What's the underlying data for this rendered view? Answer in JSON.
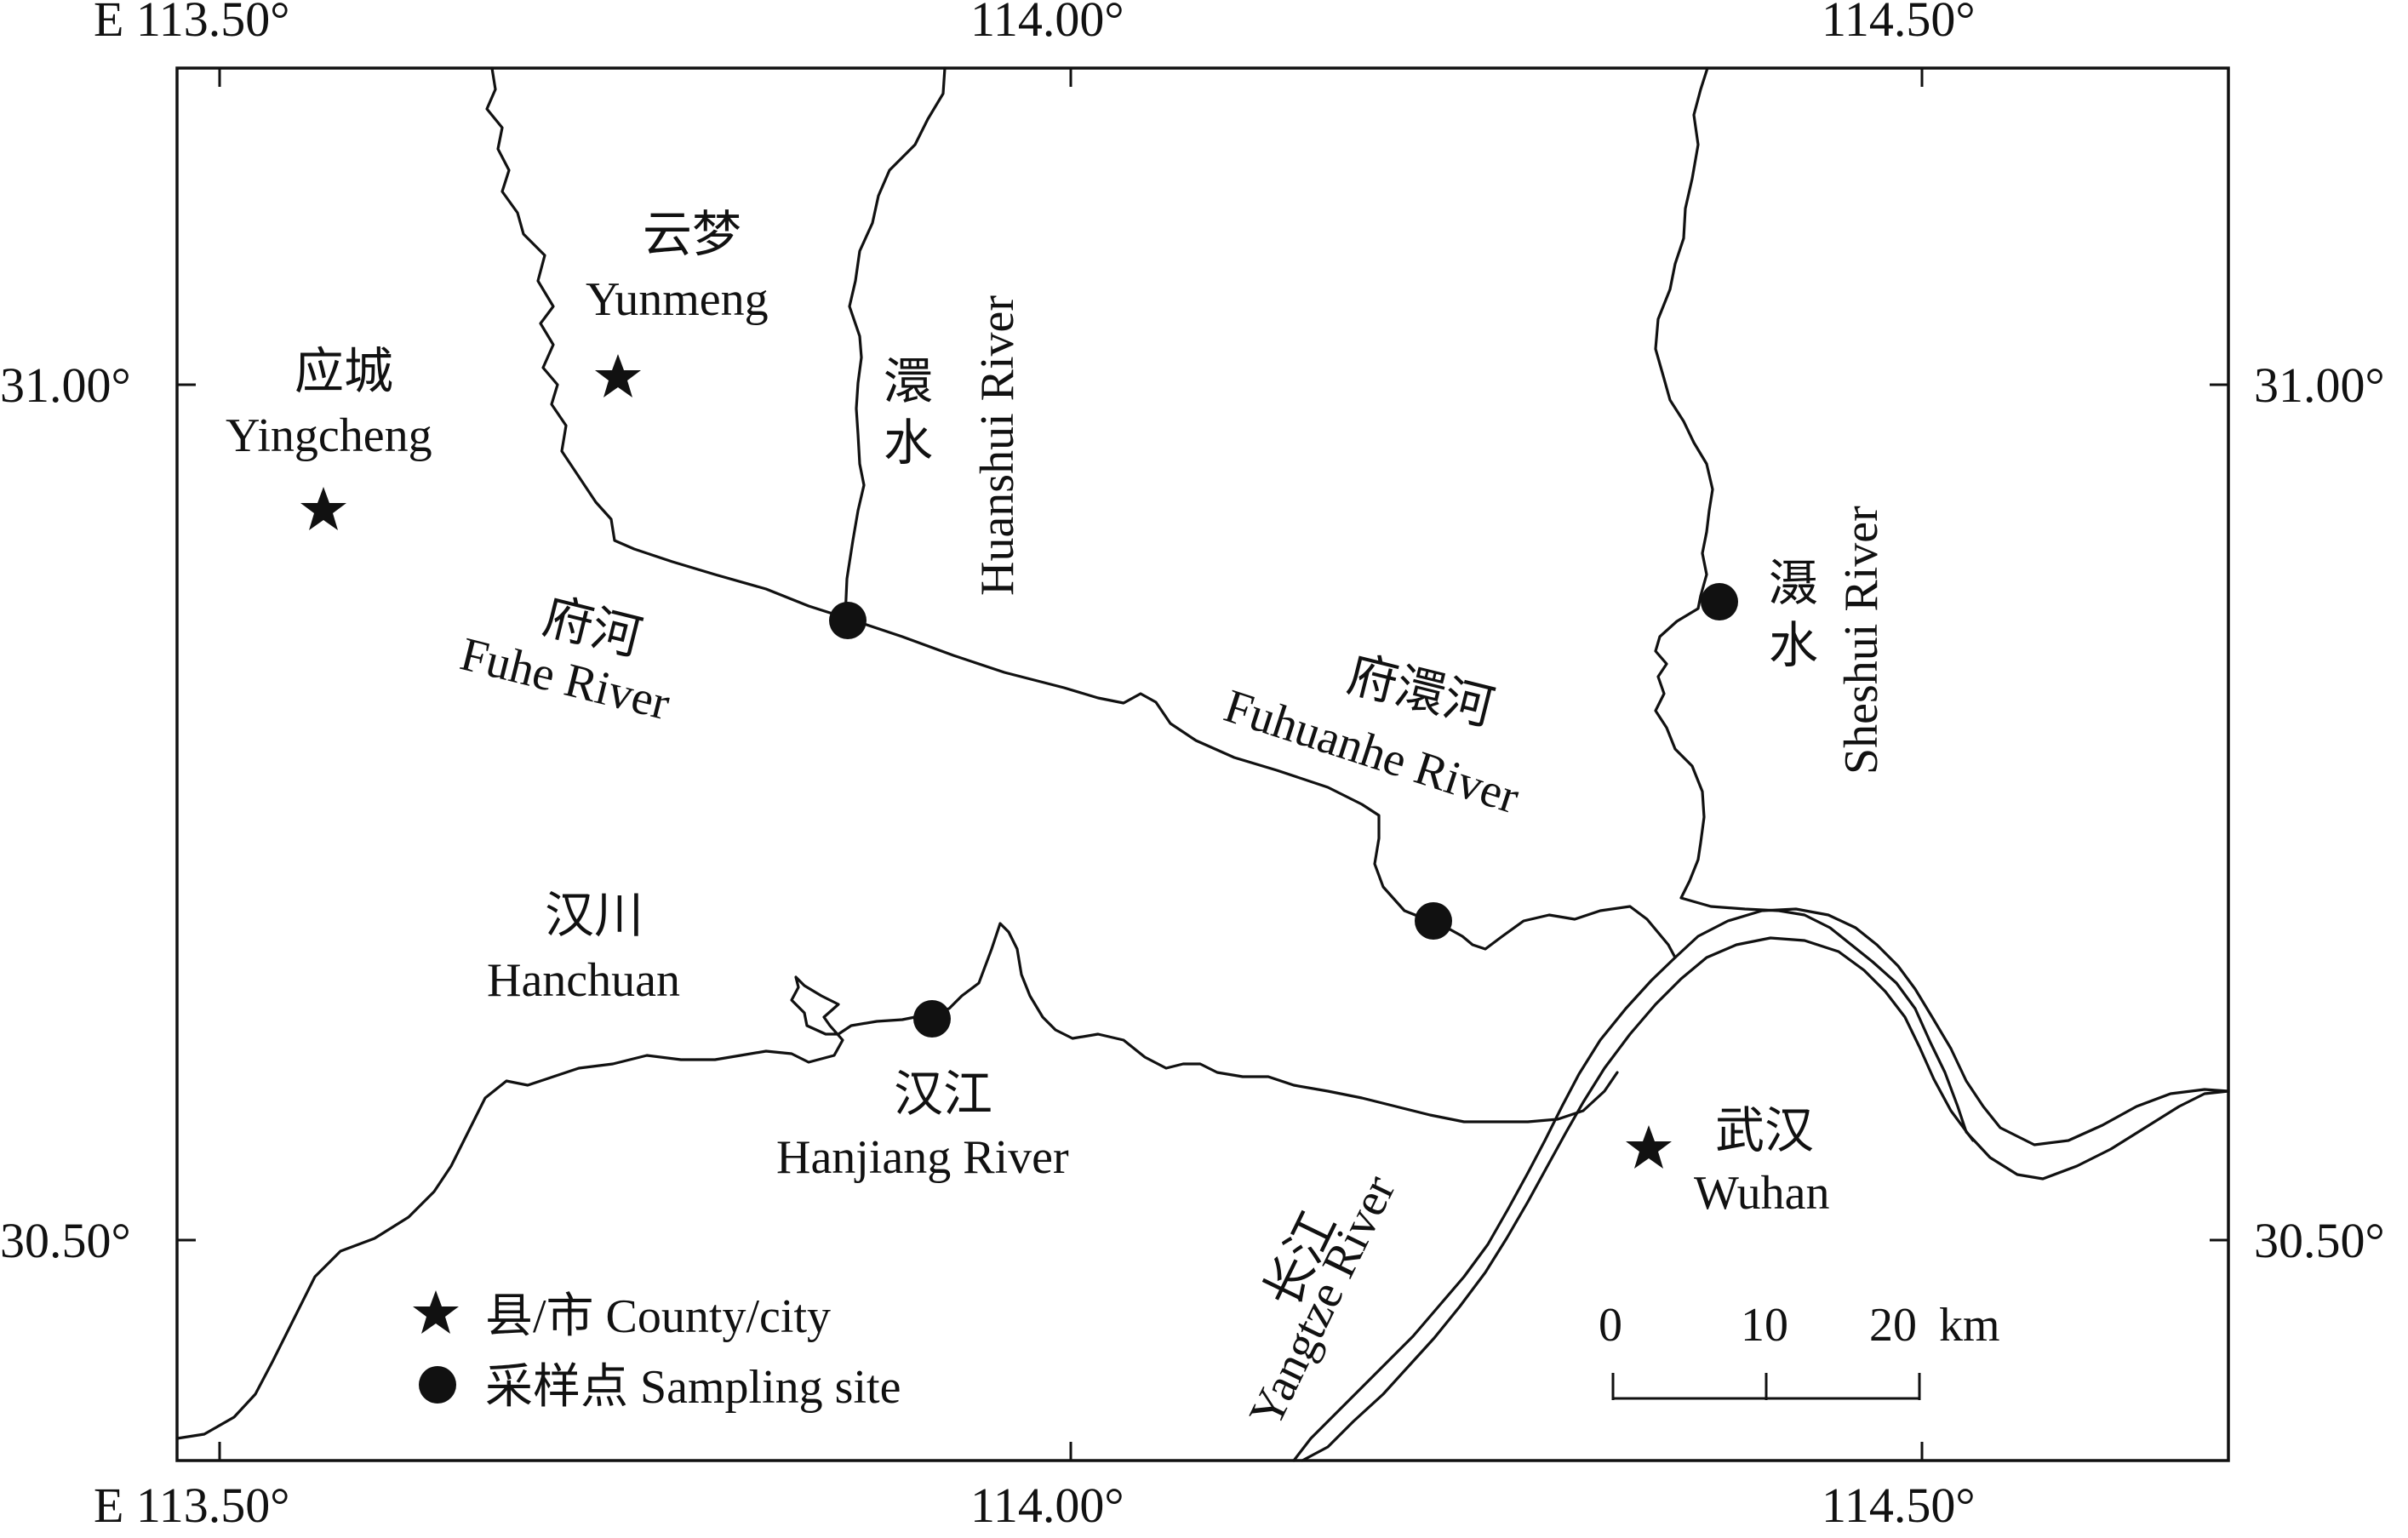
{
  "axes": {
    "top_ticks": [
      "E 113.50°",
      "114.00°",
      "114.50°"
    ],
    "bottom_ticks": [
      "E 113.50°",
      "114.00°",
      "114.50°"
    ],
    "left_ticks": [
      "31.00°",
      "30.50°"
    ],
    "right_ticks": [
      "31.00°",
      "30.50°"
    ]
  },
  "places": {
    "yunmeng_cn": "云梦",
    "yunmeng_en": "Yunmeng",
    "yingcheng_cn": "应城",
    "yingcheng_en": "Yingcheng",
    "hanchuan_cn": "汉川",
    "hanchuan_en": "Hanchuan",
    "wuhan_cn": "武汉",
    "wuhan_en": "Wuhan"
  },
  "rivers": {
    "huanshui_cn1": "澴",
    "huanshui_cn2": "水",
    "huanshui_en": "Huanshui River",
    "fuhe_cn": "府河",
    "fuhe_en": "Fuhe River",
    "fuhuanhe_cn": "府澴河",
    "fuhuanhe_en": "Fuhuanhe River",
    "sheshui_cn1": "滠",
    "sheshui_cn2": "水",
    "sheshui_en": "Sheshui River",
    "hanjiang_cn": "汉江",
    "hanjiang_en": "Hanjiang River",
    "yangtze_cn": "长江",
    "yangtze_en": "Yangtze River"
  },
  "legend": {
    "county": "县/市 County/city",
    "site": "采样点 Sampling site"
  },
  "scale_bar": {
    "labels": [
      "0",
      "10",
      "20"
    ],
    "unit": "km"
  },
  "symbols": {
    "county_icon": "star-icon",
    "site_icon": "filled-circle-icon",
    "ink_color": "#111111"
  }
}
